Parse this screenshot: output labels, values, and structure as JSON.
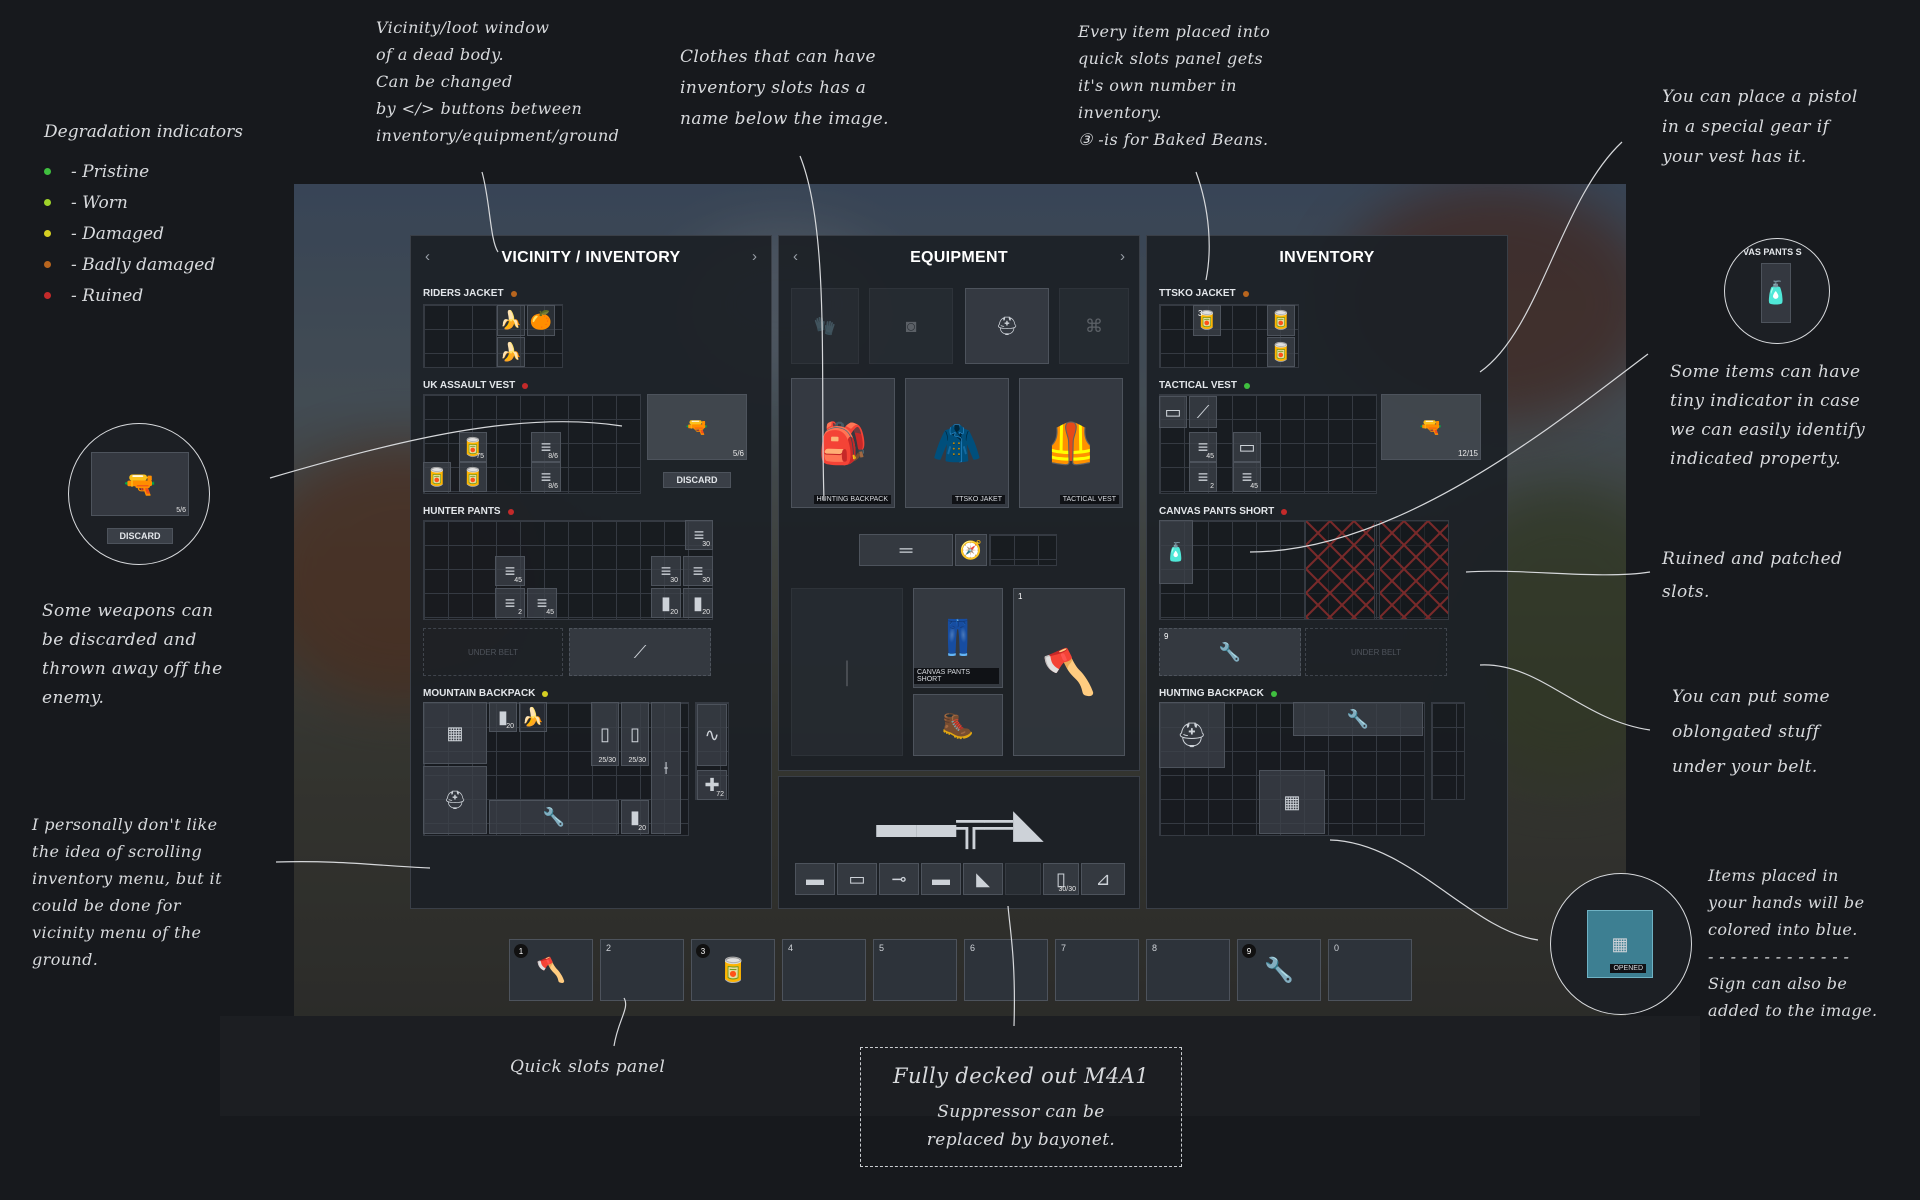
{
  "annotations": {
    "vicinity_note": "Vicinity/loot window\nof a dead body.\nCan be changed\nby </> buttons between\ninventory/equipment/ground",
    "clothes_note": "Clothes that can have\ninventory slots has a\nname below the image.",
    "quickslot_note": "Every item placed into\nquick slots panel gets\nit's own number in\ninventory.\n③ -is for Baked Beans.",
    "pistol_note": "You can place a pistol\nin a special gear if\nyour vest has it.",
    "indicator_note": "Some items can have\ntiny indicator in case\nwe can easily identify\nindicated property.",
    "ruined_note": "Ruined and patched\nslots.",
    "underbelt_note": "You can put some\noblongated stuff\nunder your belt.",
    "hands_note": "Items placed in\nyour hands will be\ncolored into blue.\n- - - - - - - - - - - - -\nSign can also be\nadded to the image.",
    "discard_note": "Some weapons can\nbe discarded and\nthrown away off the\nenemy.",
    "scroll_note": "I personally don't like\nthe idea of scrolling\ninventory menu, but it\ncould be done for\nvicinity menu of the\nground.",
    "quickpanel_label": "Quick slots panel",
    "m4_line1": "Fully decked out M4A1",
    "m4_line2": "Suppressor can be",
    "m4_line3": "replaced by bayonet."
  },
  "legend": {
    "title": "Degradation indicators",
    "items": [
      {
        "label": "- Pristine",
        "color": "#3fbf3f"
      },
      {
        "label": "- Worn",
        "color": "#9fd32a"
      },
      {
        "label": "- Damaged",
        "color": "#d6cf22"
      },
      {
        "label": "- Badly damaged",
        "color": "#b8651e"
      },
      {
        "label": "- Ruined",
        "color": "#c42a2a"
      }
    ]
  },
  "panels": {
    "vicinity": {
      "title": "VICINITY / INVENTORY",
      "prev": "‹",
      "next": "›",
      "sections": [
        "RIDERS JACKET",
        "UK ASSAULT VEST",
        "HUNTER PANTS",
        "MOUNTAIN BACKPACK"
      ],
      "discard": "DISCARD",
      "under_belt": "UNDER BELT",
      "revolver_count": "5/6",
      "counts": {
        "c1": "75",
        "c2": "8/6",
        "c3": "8/6",
        "c4": "30",
        "c5": "45",
        "c6": "2",
        "c7": "45",
        "c8": "30",
        "c9": "30",
        "c10": "20",
        "c11": "20",
        "c12": "20",
        "c13": "25/30",
        "c14": "25/30",
        "c15": "20",
        "c16": "72"
      }
    },
    "equipment": {
      "title": "EQUIPMENT",
      "prev": "‹",
      "next": "›",
      "backpack": "HUNTING BACKPACK",
      "jacket": "TTSKO JAKET",
      "vest": "TACTICAL VEST",
      "pants": "CANVAS PANTS SHORT",
      "slot_num": "1",
      "ammo": "30/30"
    },
    "inventory": {
      "title": "INVENTORY",
      "sections": [
        "TTSKO JACKET",
        "TACTICAL VEST",
        "CANVAS PANTS SHORT",
        "HUNTING BACKPACK"
      ],
      "pistol_count": "12/15",
      "under_belt": "UNDER BELT",
      "counts": {
        "c1": "3",
        "c2": "45",
        "c3": "45",
        "c4": "2",
        "c5": "45",
        "c6": "9"
      }
    }
  },
  "quickslots": [
    {
      "n": "1",
      "icon": "axe-icon",
      "glyph": "🪓",
      "badge": true
    },
    {
      "n": "2",
      "icon": "",
      "glyph": "",
      "badge": false
    },
    {
      "n": "3",
      "icon": "beans-can-icon",
      "glyph": "🥫",
      "badge": true
    },
    {
      "n": "4",
      "icon": "",
      "glyph": "",
      "badge": false
    },
    {
      "n": "5",
      "icon": "",
      "glyph": "",
      "badge": false
    },
    {
      "n": "6",
      "icon": "",
      "glyph": "",
      "badge": false
    },
    {
      "n": "7",
      "icon": "",
      "glyph": "",
      "badge": false
    },
    {
      "n": "8",
      "icon": "",
      "glyph": "",
      "badge": false
    },
    {
      "n": "9",
      "icon": "pipe-wrench-icon",
      "glyph": "🔧",
      "badge": true
    },
    {
      "n": "0",
      "icon": "",
      "glyph": "",
      "badge": false
    }
  ],
  "bubbles": {
    "revolver_count": "5/6",
    "discard": "DISCARD",
    "pants_label": "VAS PANTS S",
    "opened": "OPENED"
  }
}
